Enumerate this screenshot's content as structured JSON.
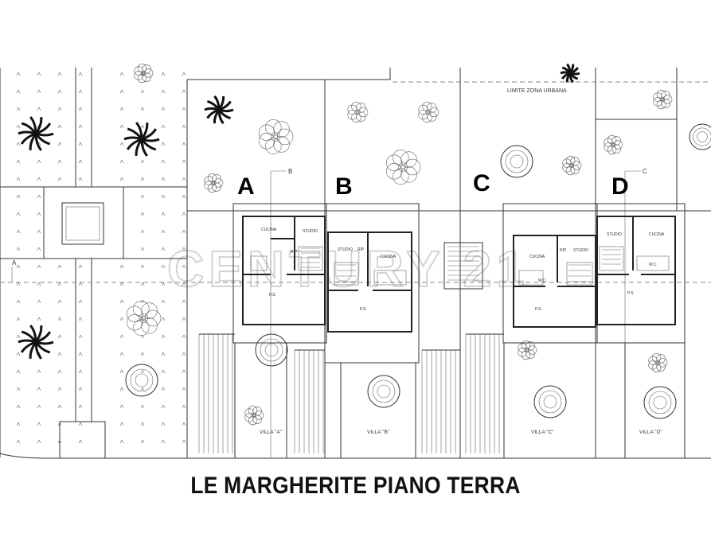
{
  "title": "LE MARGHERITE  PIANO TERRA",
  "watermark": "CENTURY 21",
  "limit_label": "LIMITE ZONA URBANA",
  "lots": [
    {
      "letter": "A",
      "villa": "VILLA \"A\""
    },
    {
      "letter": "B",
      "villa": "VILLA \"B\""
    },
    {
      "letter": "C",
      "villa": "VILLA \"C\""
    },
    {
      "letter": "D",
      "villa": "VILLA \"D\""
    }
  ],
  "section_marks": {
    "a": "A",
    "b": "B",
    "c": "C"
  },
  "rooms": {
    "kitchen": "CUCINA",
    "study": "STUDIO",
    "storage": "RIP",
    "bath": "W.C.",
    "ground": "P.S."
  },
  "colors": {
    "line": "#333333",
    "watermark": "#d4d4d4"
  }
}
